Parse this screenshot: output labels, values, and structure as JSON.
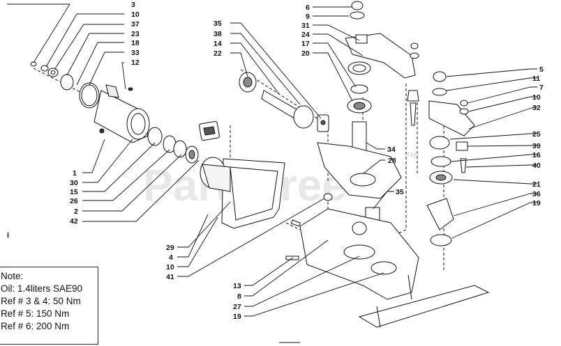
{
  "watermark": {
    "text": "PartsTree",
    "trademark": "TM"
  },
  "note": {
    "title": "Note:",
    "lines": [
      "Oil: 1.4liters SAE90",
      "Ref # 3 & 4: 50 Nm",
      "Ref # 5: 150 Nm",
      "Ref # 6: 200 Nm"
    ]
  },
  "left_labels_top": [
    "3",
    "10",
    "37",
    "23",
    "18",
    "33",
    "12"
  ],
  "left_labels_bottom": [
    "1",
    "30",
    "15",
    "26",
    "2",
    "42"
  ],
  "mid_labels_top": [
    "35",
    "38",
    "14",
    "22"
  ],
  "mid_labels_bottom": [
    "29",
    "4",
    "10",
    "41",
    "13",
    "8",
    "27",
    "19"
  ],
  "center_labels_top": [
    "6",
    "9",
    "31",
    "24",
    "17",
    "20"
  ],
  "center_labels_mid": [
    "34",
    "28",
    "35"
  ],
  "right_labels": [
    "5",
    "11",
    "7",
    "10",
    "32",
    "25",
    "39",
    "16",
    "40",
    "21",
    "36",
    "19"
  ],
  "stray_mark": "I"
}
